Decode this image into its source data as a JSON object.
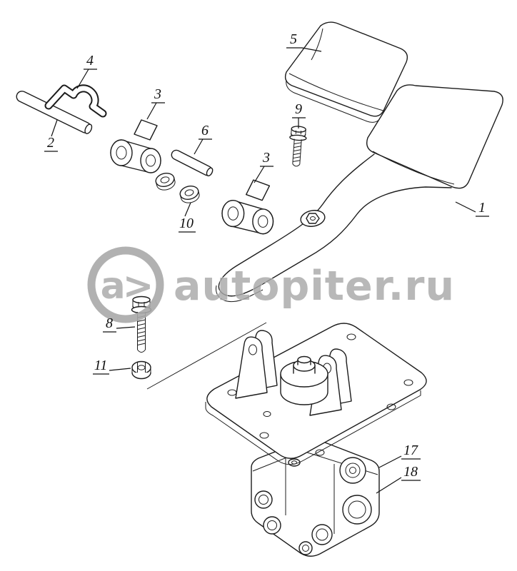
{
  "colors": {
    "background": "#ffffff",
    "line": "#1c1c1c",
    "watermark": "#a9a9a9"
  },
  "watermark": {
    "logo_text": "a>",
    "site_text": "autopiter.ru"
  },
  "callouts": {
    "c1": "1",
    "c2": "2",
    "c3a": "3",
    "c3b": "3",
    "c4": "4",
    "c5": "5",
    "c6": "6",
    "c8": "8",
    "c9": "9",
    "c10": "10",
    "c11": "11",
    "c17": "17",
    "c18": "18"
  }
}
